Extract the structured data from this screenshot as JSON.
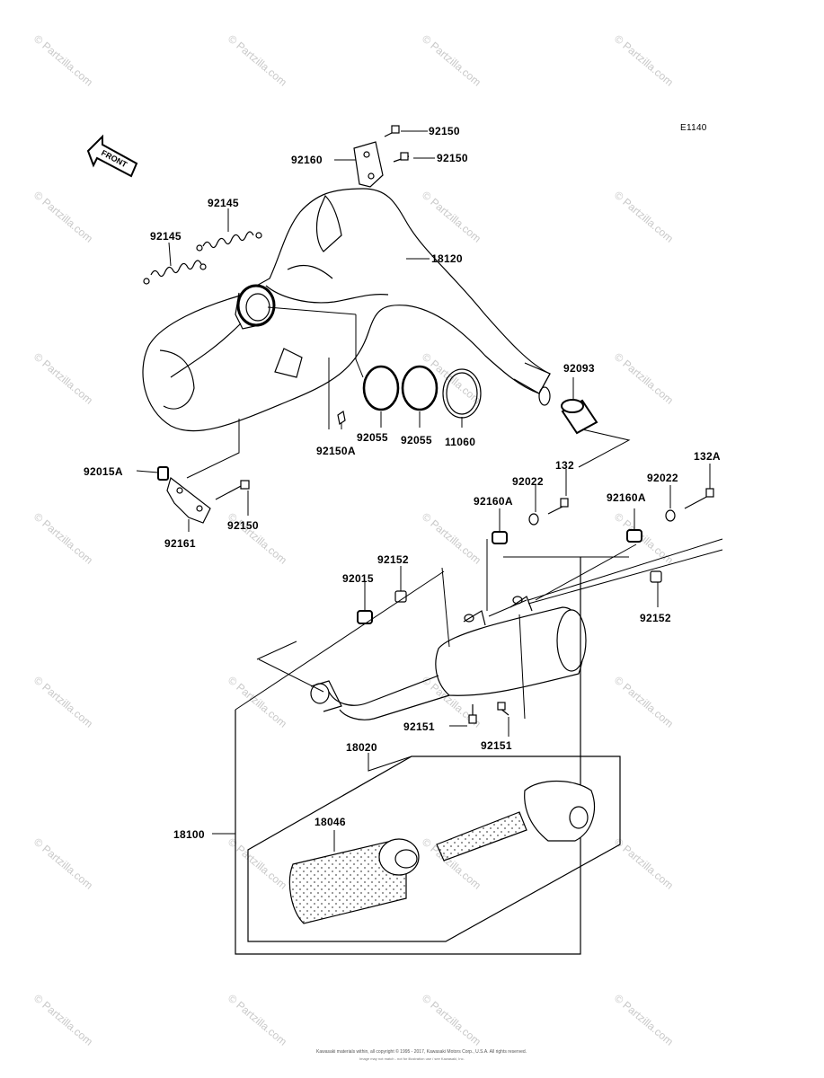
{
  "diagram_id": "E1140",
  "front_label": "FRONT",
  "watermark_text": "© Partzilla.com",
  "footer_line1": "Kawasaki materials within, all copyright © 1995 - 2017, Kawasaki Motors Corp., U.S.A. All rights reserved.",
  "footer_line2": "Image may not match - not for illustration use / see Kawasaki, Inc.",
  "labels": {
    "l92150_top": "92150",
    "l92160": "92160",
    "l92150_mid": "92150",
    "l92145_a": "92145",
    "l92145_b": "92145",
    "l18120": "18120",
    "l92093": "92093",
    "l92055_a": "92055",
    "l92055_b": "92055",
    "l11060": "11060",
    "l92150A": "92150A",
    "l92015A": "92015A",
    "l92161": "92161",
    "l92150_low": "92150",
    "l132": "132",
    "l132A": "132A",
    "l92022_a": "92022",
    "l92022_b": "92022",
    "l92160A_a": "92160A",
    "l92160A_b": "92160A",
    "l92152_a": "92152",
    "l92152_b": "92152",
    "l92015": "92015",
    "l92151_a": "92151",
    "l92151_b": "92151",
    "l18020": "18020",
    "l18046": "18046",
    "l18100": "18100"
  }
}
